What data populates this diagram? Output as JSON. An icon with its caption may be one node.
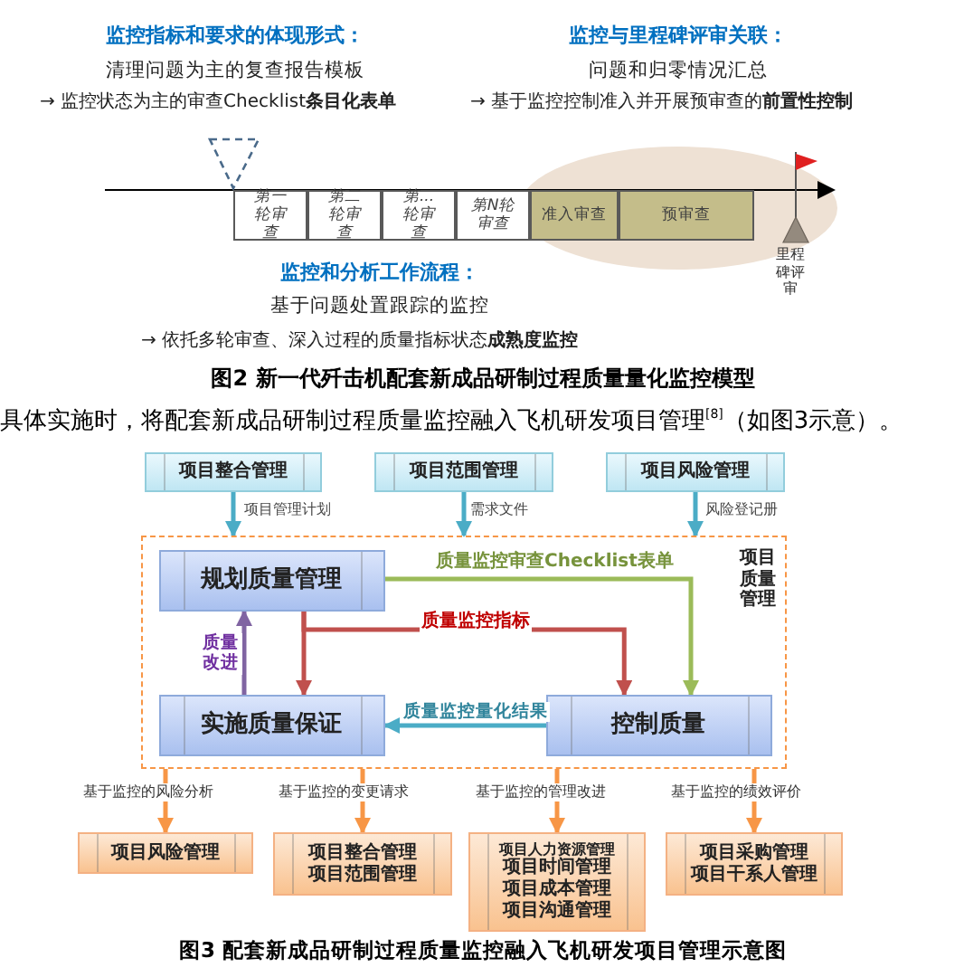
{
  "diagram": {
    "nodes": [
      {
        "text": [
          "第一轮审查"
        ]
      },
      {
        "text": [
          "第二轮审查"
        ]
      },
      {
        "text": [
          "第...轮审查"
        ]
      },
      {
        "text": [
          "第N轮审查"
        ]
      },
      {
        "text": [
          "准入审查"
        ]
      },
      {
        "text": [
          "预审查"
        ]
      },
      {
        "text": [
          "项目整合管理"
        ]
      },
      {
        "text": [
          "项目范围管理"
        ]
      },
      {
        "text": [
          "项目风险管理"
        ]
      },
      {
        "text": [
          "项目质量管理"
        ]
      },
      {
        "text": [
          "规划质量管理"
        ],
        "in": 9
      },
      {
        "text": [
          "实施质量保证"
        ],
        "in": 9
      },
      {
        "text": [
          "控制质量"
        ],
        "in": 9
      },
      {
        "text": [
          "项目风险管理"
        ]
      },
      {
        "text": [
          "项目整合管理",
          "项目范围管理"
        ]
      },
      {
        "text": [
          "项目人力资源管理",
          "项目时间管理",
          "项目成本管理",
          "项目沟通管理"
        ]
      },
      {
        "text": [
          "项目采购管理",
          "项目干系人管理"
        ]
      }
    ],
    "edges": [
      {
        "from": 6,
        "to": 9,
        "arrow": "to",
        "label": "项目管理计划"
      },
      {
        "from": 7,
        "to": 9,
        "arrow": "to",
        "label": "需求文件"
      },
      {
        "from": 8,
        "to": 9,
        "arrow": "to",
        "label": "风险登记册"
      },
      {
        "from": 10,
        "to": 12,
        "arrow": "to",
        "label": "质量监控审查Checklist表单",
        "color": "#9bbb59"
      },
      {
        "from": 10,
        "to": 11,
        "arrow": "to",
        "color": "#c0504d"
      },
      {
        "from": 10,
        "to": 12,
        "arrow": "to",
        "label": "质量监控指标",
        "color": "#c0504d"
      },
      {
        "from": 11,
        "to": 10,
        "arrow": "to",
        "label": "质量改进",
        "color": "#8064a2"
      },
      {
        "from": 12,
        "to": 11,
        "arrow": "to",
        "label": "质量监控量化结果"
      },
      {
        "from": 9,
        "to": 13,
        "arrow": "to",
        "label": "基于监控的风险分析",
        "color": "#f79646"
      },
      {
        "from": 9,
        "to": 14,
        "arrow": "to",
        "label": "基于监控的变更请求",
        "color": "#f79646"
      },
      {
        "from": 9,
        "to": 15,
        "arrow": "to",
        "label": "基于监控的管理改进",
        "color": "#f79646"
      },
      {
        "from": 9,
        "to": 16,
        "arrow": "to",
        "label": "基于监控的绩效评价",
        "color": "#f79646"
      }
    ],
    "labels": [
      "监控指标和要求的体现形式：",
      "清理问题为主的复查报告模板",
      "→ 监控状态为主的审查Checklist**条目化表单**",
      "监控与里程碑评审关联：",
      "问题和归零情况汇总",
      "→ 基于监控控制准入并开展预审查的**前置性控制**",
      "里程碑评审",
      "监控和分析工作流程：",
      "基于问题处置跟踪的监控",
      "→ 依托多轮审查、深入过程的质量指标状态**成熟度监控**",
      "图2 新一代歼击机配套新成品研制过程质量量化监控模型",
      "具体实施时，将配套新成品研制过程质量监控融入飞机研发项目管理$^{[8]}$（如图3示意）。",
      "图3 配套新成品研制过程质量监控融入飞机研发项目管理示意图"
    ]
  }
}
